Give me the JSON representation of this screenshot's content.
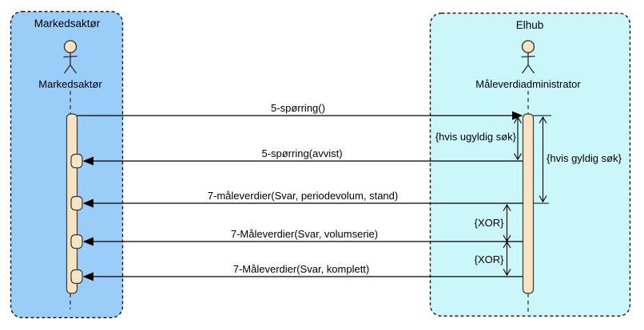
{
  "diagram": {
    "type": "uml-sequence-diagram",
    "frames": {
      "left": {
        "title": "Markedsaktør"
      },
      "right": {
        "title": "Elhub"
      }
    },
    "actors": {
      "left": {
        "label": "Markedsaktør",
        "frame": "Markedsaktør"
      },
      "right": {
        "label": "Måleverdiadministrator",
        "frame": "Elhub"
      }
    },
    "messages": [
      {
        "label": "5-spørring()",
        "from": "Markedsaktør",
        "to": "Måleverdiadministrator",
        "direction": "right"
      },
      {
        "label": "5-spørring(avvist)",
        "from": "Måleverdiadministrator",
        "to": "Markedsaktør",
        "direction": "left"
      },
      {
        "label": "7-måleverdier(Svar, periodevolum, stand)",
        "from": "Måleverdiadministrator",
        "to": "Markedsaktør",
        "direction": "left"
      },
      {
        "label": "7-Måleverdier(Svar, volumserie)",
        "from": "Måleverdiadministrator",
        "to": "Markedsaktør",
        "direction": "left"
      },
      {
        "label": "7-Måleverdier(Svar, komplett)",
        "from": "Måleverdiadministrator",
        "to": "Markedsaktør",
        "direction": "left"
      }
    ],
    "constraints": [
      {
        "label": "{hvis ugyldig søk}",
        "spans": "message 1 to message 2"
      },
      {
        "label": "{hvis gyldig søk}",
        "spans": "message 1 to message 3"
      },
      {
        "label": "{XOR}",
        "spans": "message 3 to message 4"
      },
      {
        "label": "{XOR}",
        "spans": "message 4 to message 5"
      }
    ],
    "colors": {
      "frame_left_fill": "#9bcdf9",
      "frame_right_fill": "#ccf7fa",
      "activation_fill": "#f8e3c2",
      "line": "#000000",
      "background": "#ffffff"
    }
  }
}
